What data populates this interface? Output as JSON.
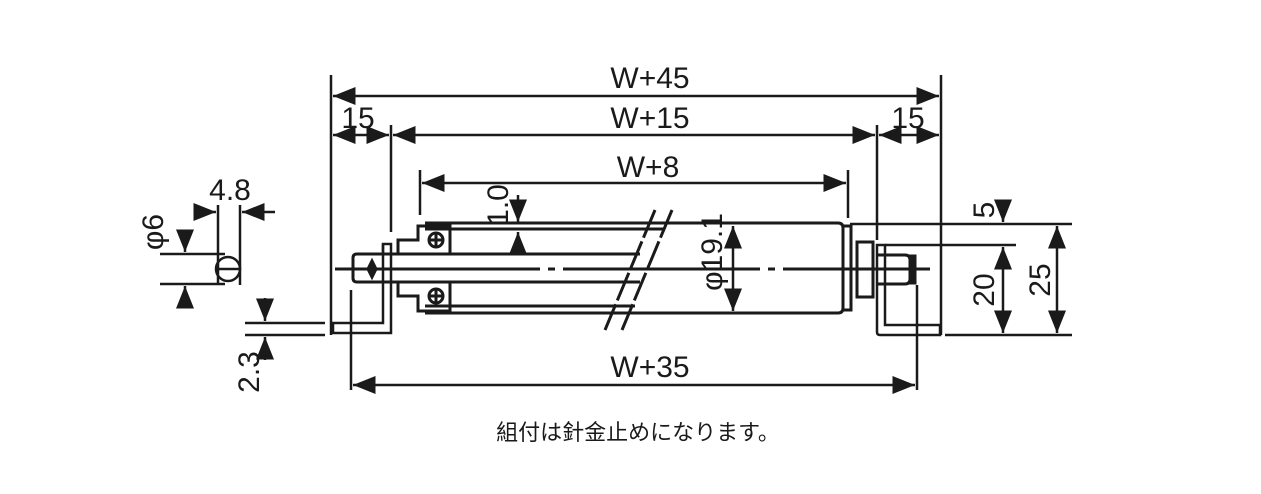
{
  "dimensions": {
    "overall": "W+45",
    "frame": "W+15",
    "roller": "W+8",
    "bracket_left": "15",
    "bracket_right": "15",
    "bottom": "W+35",
    "tube_gap": "1.0",
    "tube_diameter": "φ19.1",
    "top_offset": "5",
    "bracket_height": "20",
    "total_height": "25",
    "plate_thickness": "2.3",
    "shaft_diameter": "φ6",
    "shaft_flat": "4.8"
  },
  "caption": "組付は針金止めになります。",
  "colors": {
    "line": "#1a1a1a",
    "background": "#ffffff"
  }
}
